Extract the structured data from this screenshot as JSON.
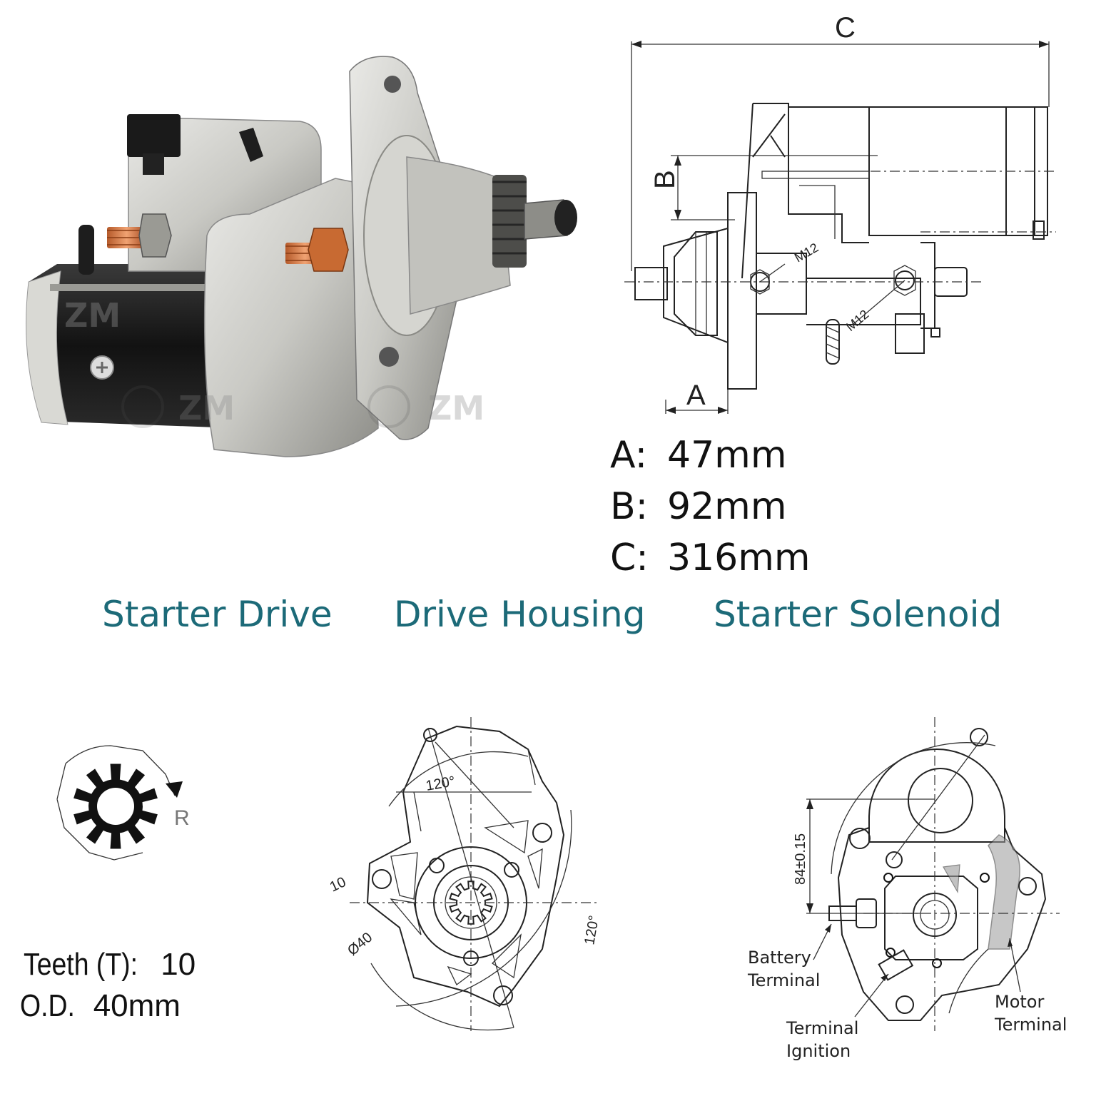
{
  "watermark": {
    "brand": "ZM"
  },
  "dimensions": {
    "letters": {
      "a": "A",
      "b": "B",
      "c": "C"
    },
    "threads": {
      "left": "M12",
      "right": "M12"
    },
    "specs": [
      {
        "key": "A:",
        "value": "47mm"
      },
      {
        "key": "B:",
        "value": "92mm"
      },
      {
        "key": "C:",
        "value": "316mm"
      }
    ]
  },
  "sections": {
    "drive": "Starter Drive",
    "housing": "Drive Housing",
    "solenoid": "Starter Solenoid"
  },
  "gear": {
    "rotation": "R",
    "teeth_label": "Teeth (T):",
    "teeth_value": "10",
    "od_label": "O.D.",
    "od_value": "40mm"
  },
  "housing": {
    "angle_top": "120°",
    "angle_right": "120°",
    "bolt": "10",
    "diameter": "Ø40"
  },
  "solenoid": {
    "dimension": "84±0.15",
    "battery_terminal": [
      "Battery",
      "Terminal"
    ],
    "terminal_ignition": [
      "Terminal",
      "Ignition"
    ],
    "motor_terminal": [
      "Motor",
      "Terminal"
    ]
  }
}
